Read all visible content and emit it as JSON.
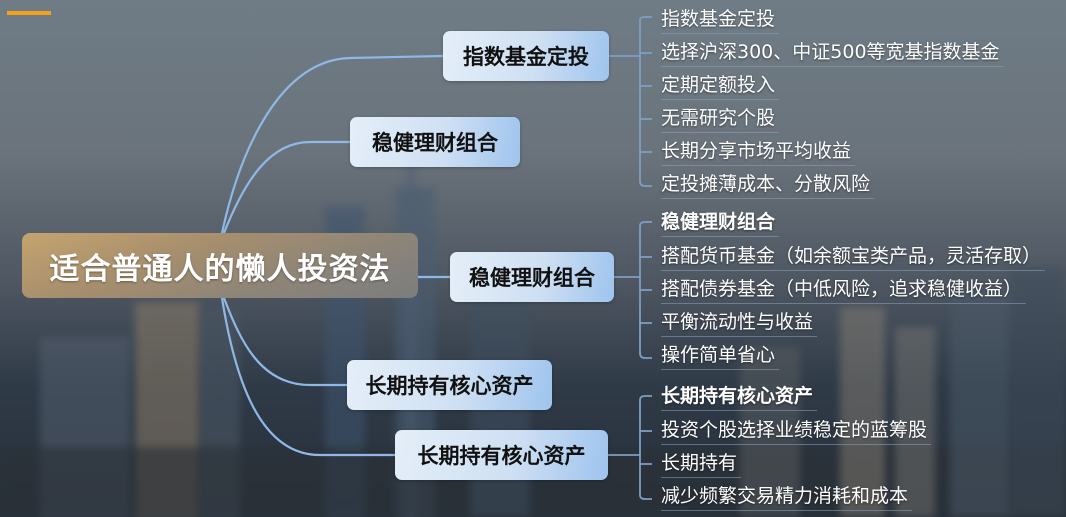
{
  "colors": {
    "accent_bar": "#f3a21a",
    "link": "#8fb8e6",
    "leaf_bracket": "#7e9ec2"
  },
  "mindmap": {
    "root": {
      "label": "适合普通人的懒人投资法"
    },
    "branches": [
      {
        "label": "指数基金定投",
        "leaves": [
          "指数基金定投",
          "选择沪深300、中证500等宽基指数基金",
          "定期定额投入",
          "无需研究个股",
          "长期分享市场平均收益",
          "定投摊薄成本、分散风险"
        ]
      },
      {
        "label": "稳健理财组合",
        "leaves": []
      },
      {
        "label": "稳健理财组合",
        "leaves": [
          "稳健理财组合",
          "搭配货币基金（如余额宝类产品，灵活存取）",
          "搭配债券基金（中低风险，追求稳健收益）",
          "平衡流动性与收益",
          "操作简单省心"
        ]
      },
      {
        "label": "长期持有核心资产",
        "leaves": []
      },
      {
        "label": "长期持有核心资产",
        "leaves": [
          "长期持有核心资产",
          "投资个股选择业绩稳定的蓝筹股",
          "长期持有",
          "减少频繁交易精力消耗和成本"
        ]
      }
    ]
  }
}
